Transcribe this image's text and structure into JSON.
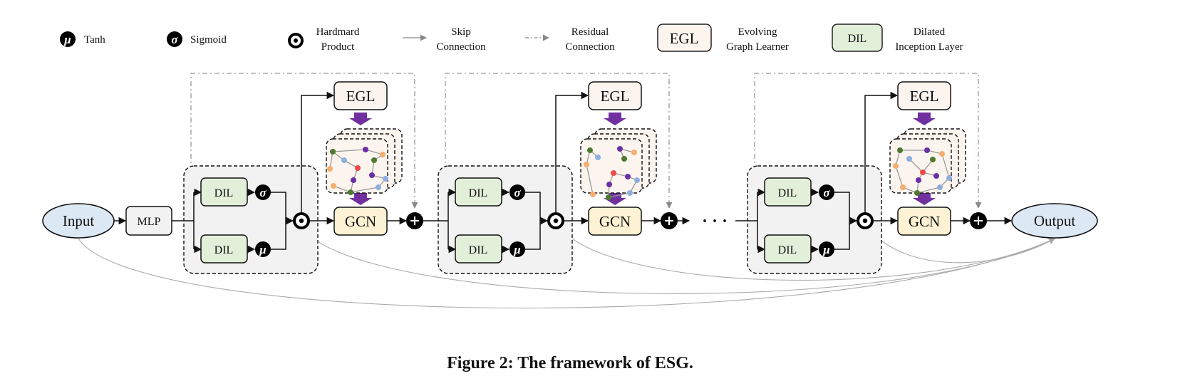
{
  "legend": {
    "tanh": {
      "symbol": "μ",
      "label": "Tanh"
    },
    "sigmoid": {
      "symbol": "σ",
      "label": "Sigmoid"
    },
    "hadamard": {
      "line1": "Hardmard",
      "line2": "Product"
    },
    "skip": {
      "line1": "Skip",
      "line2": "Connection"
    },
    "residual": {
      "line1": "Residual",
      "line2": "Connection"
    },
    "egl": {
      "box": "EGL",
      "line1": "Evolving",
      "line2": "Graph Learner"
    },
    "dil": {
      "box": "DIL",
      "line1": "Dilated",
      "line2": "Inception Layer"
    }
  },
  "diagram": {
    "input": "Input",
    "mlp": "MLP",
    "output": "Output",
    "ellipsis": "· · ·",
    "blocks": [
      {
        "dil_top": "DIL",
        "dil_bottom": "DIL",
        "sigma": "σ",
        "mu": "μ",
        "egl": "EGL",
        "gcn": "GCN",
        "plus": "+"
      },
      {
        "dil_top": "DIL",
        "dil_bottom": "DIL",
        "sigma": "σ",
        "mu": "μ",
        "egl": "EGL",
        "gcn": "GCN",
        "plus": "+"
      },
      {
        "dil_top": "DIL",
        "dil_bottom": "DIL",
        "sigma": "σ",
        "mu": "μ",
        "egl": "EGL",
        "gcn": "GCN",
        "plus": "+"
      }
    ]
  },
  "colors": {
    "input_fill": "#dde8f5",
    "dil_fill": "#e2efd9",
    "egl_fill": "#fcf5ef",
    "gcn_fill": "#fdf2d3",
    "module_fill": "#f3f2f2",
    "purple_arrow": "#7030a0",
    "node_green": "#4e7a2e",
    "node_purple": "#6a2fa5",
    "node_orange": "#f4ae6e",
    "node_blue": "#8eaee0",
    "node_red": "#f04848"
  },
  "caption": "Figure 2: The framework of ESG."
}
